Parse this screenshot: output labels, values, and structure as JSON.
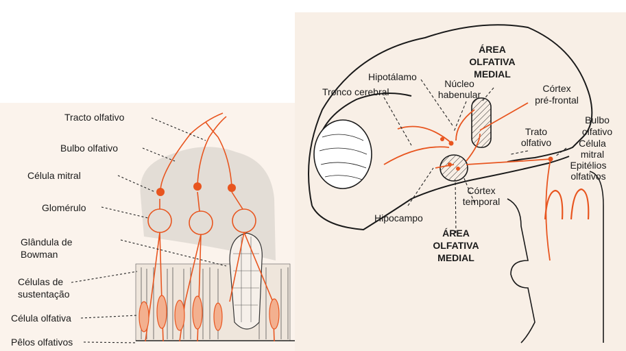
{
  "left_labels": {
    "tracto": "Tracto olfativo",
    "bulbo": "Bulbo olfativo",
    "mitral": "Célula mitral",
    "glomerulo": "Glomérulo",
    "glandula_1": "Glândula de",
    "glandula_2": "Bowman",
    "sust_1": "Células de",
    "sust_2": "sustentação",
    "celula_olf": "Célula olfativa",
    "pelos": "Pêlos olfativos"
  },
  "right_labels": {
    "hipotalamo": "Hipotálamo",
    "area_top_1": "ÁREA",
    "area_top_2": "OLFATIVA",
    "area_top_3": "MEDIAL",
    "nucleo_1": "Núcleo",
    "nucleo_2": "habenular",
    "tronco": "Tronco cerebral",
    "cortex_pf_1": "Córtex",
    "cortex_pf_2": "pré-frontal",
    "bulbo_1": "Bulbo",
    "bulbo_2": "olfativo",
    "trato_1": "Trato",
    "trato_2": "olfativo",
    "celula_1": "Célula",
    "celula_2": "mitral",
    "epit_1": "Epitélios",
    "epit_2": "olfativos",
    "cortex_t_1": "Córtex",
    "cortex_t_2": "temporal",
    "hipocampo": "Hipocampo",
    "area_bot_1": "ÁREA",
    "area_bot_2": "OLFATIVA",
    "area_bot_3": "MEDIAL"
  },
  "colors": {
    "highlight": "#e8551f",
    "ink": "#1a1a1a",
    "paper_left": "#fbf3ec",
    "paper_right": "#f8efe6"
  }
}
